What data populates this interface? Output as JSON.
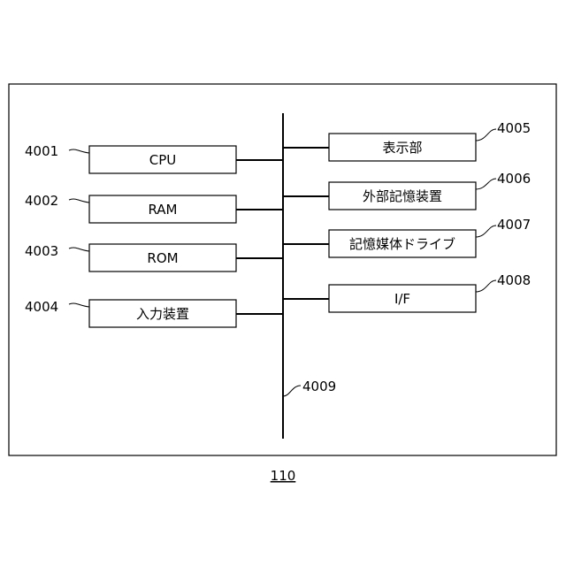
{
  "figure_number": "110",
  "bus_label": "4009",
  "left_blocks": [
    {
      "ref": "4001",
      "label": "CPU"
    },
    {
      "ref": "4002",
      "label": "RAM"
    },
    {
      "ref": "4003",
      "label": "ROM"
    },
    {
      "ref": "4004",
      "label": "入力装置"
    }
  ],
  "right_blocks": [
    {
      "ref": "4005",
      "label": "表示部"
    },
    {
      "ref": "4006",
      "label": "外部記憶装置"
    },
    {
      "ref": "4007",
      "label": "記憶媒体ドライブ"
    },
    {
      "ref": "4008",
      "label": "I/F"
    }
  ]
}
